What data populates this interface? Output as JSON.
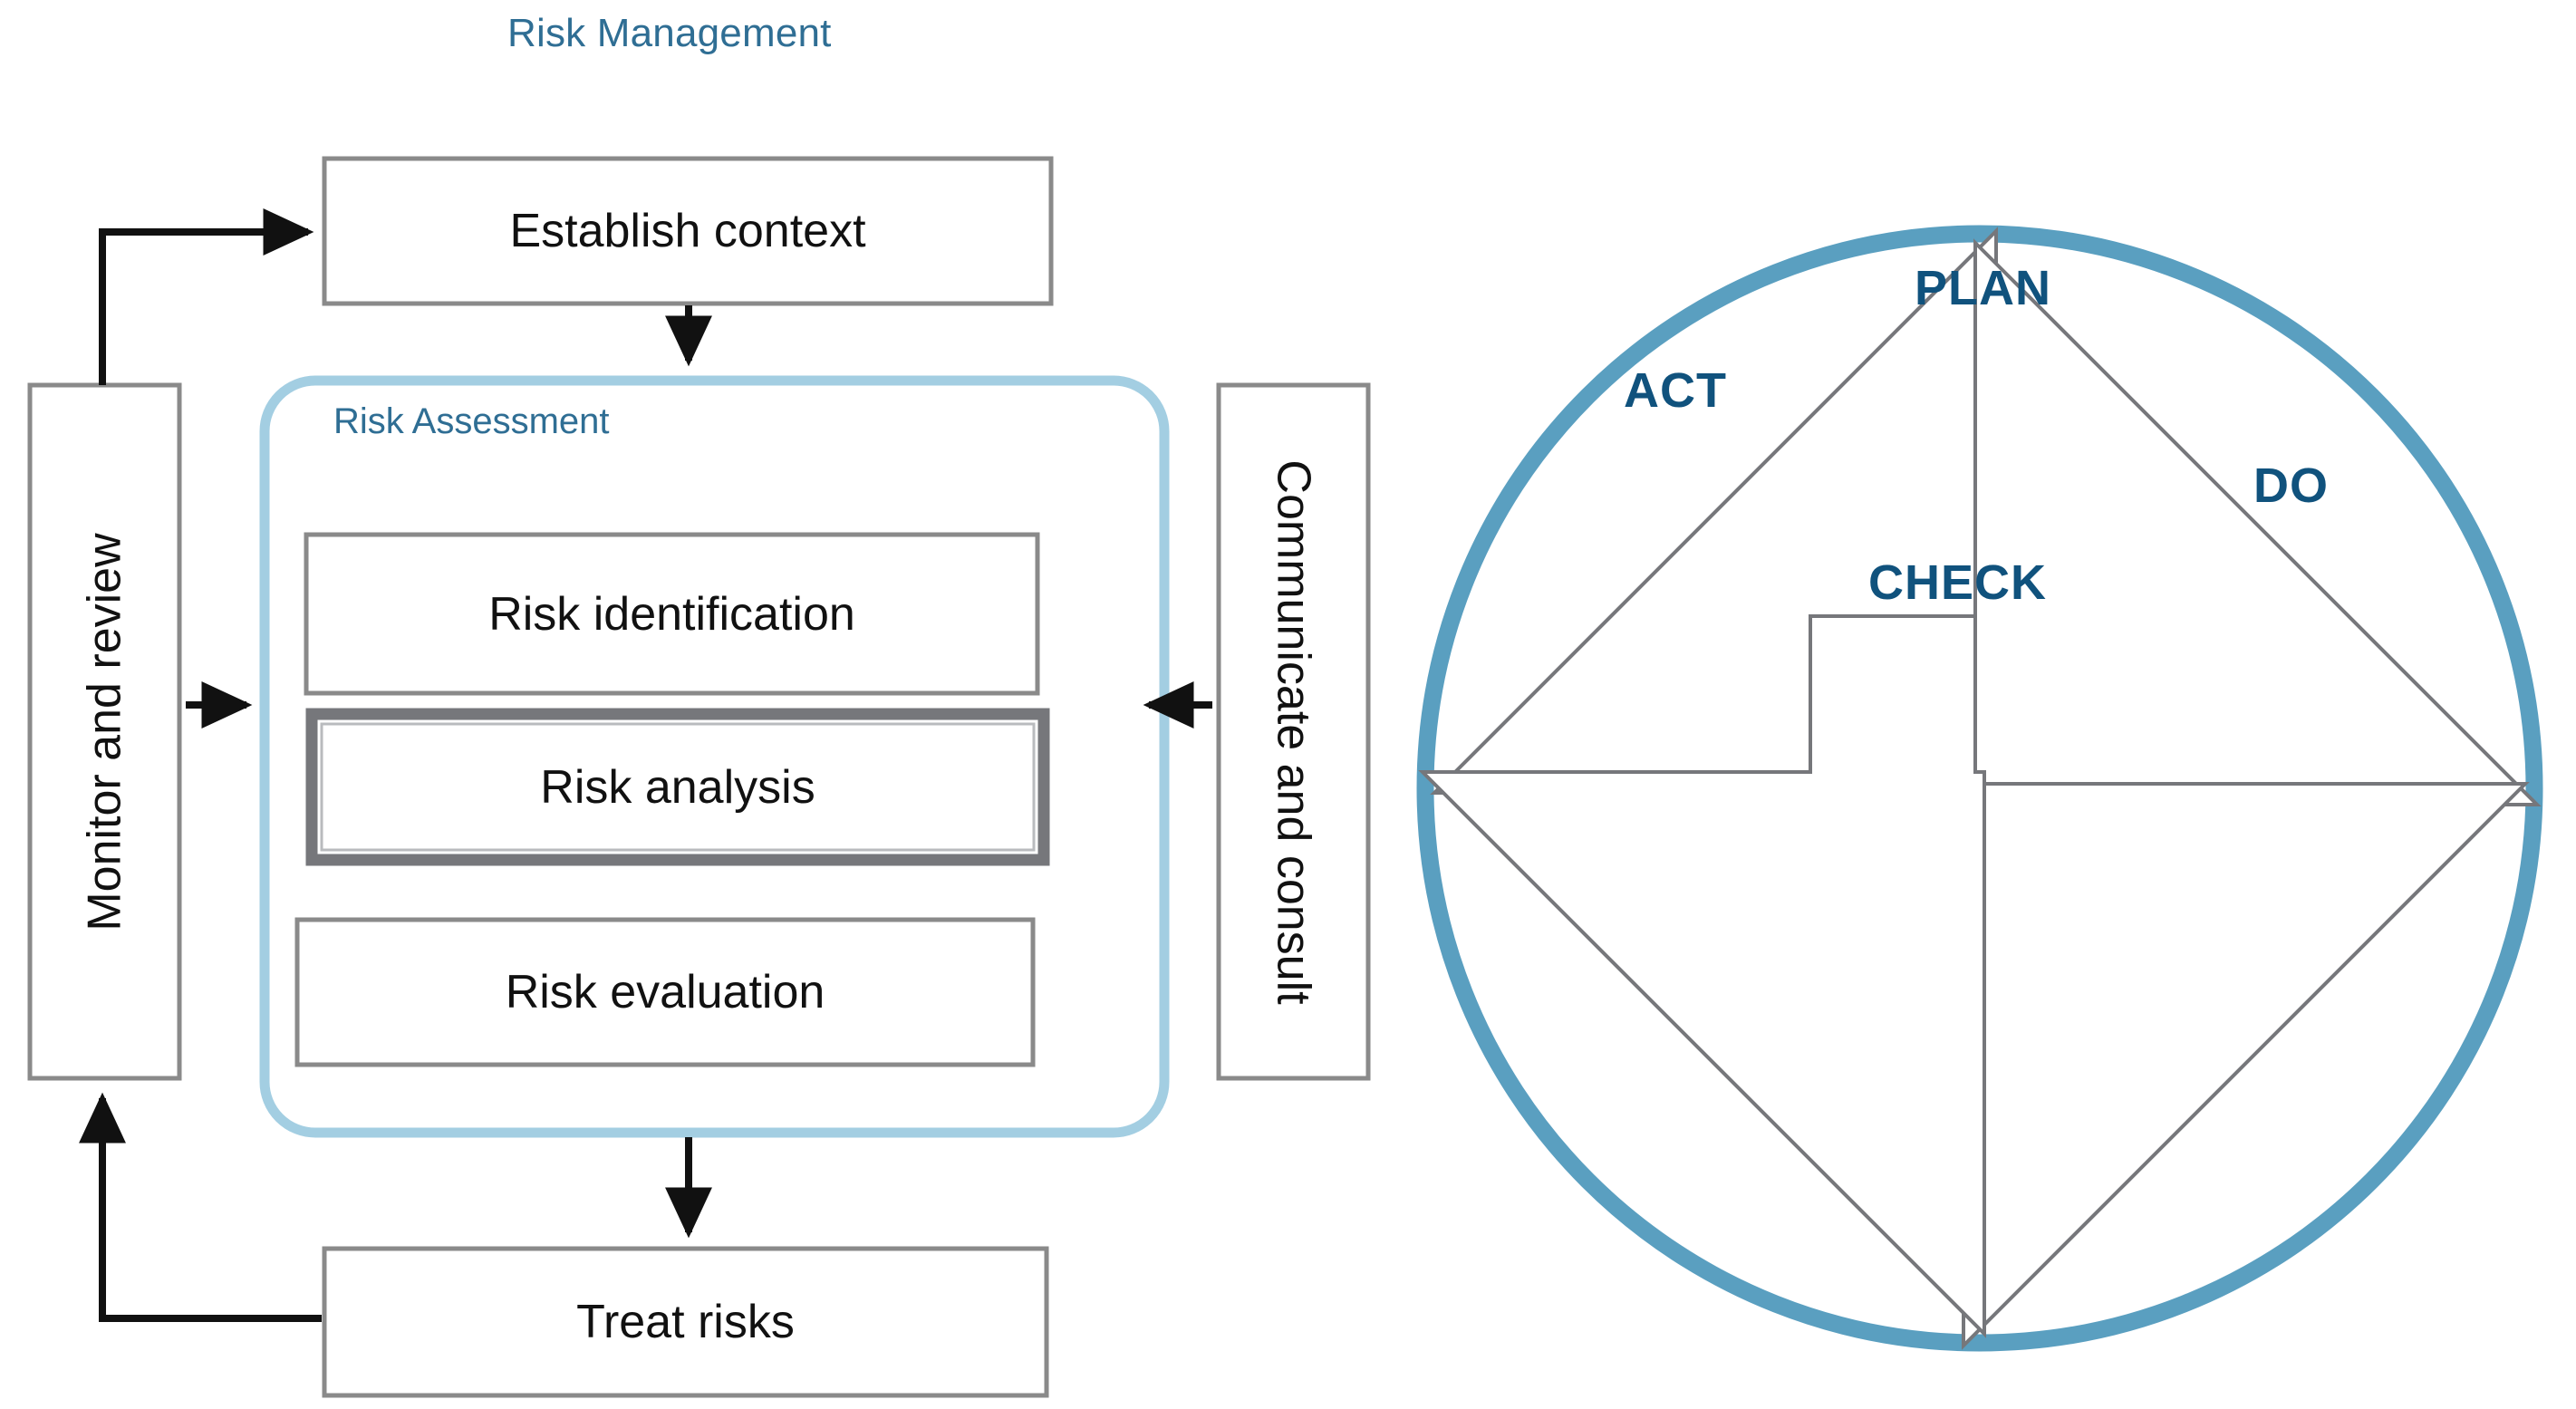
{
  "diagram": {
    "title": "Risk Management",
    "colors": {
      "accent_blue": "#2f6e94",
      "wheel_ring": "#5a9fc0",
      "assessment_border": "#a3cee2",
      "box_border": "#808080",
      "arrow": "#111111",
      "label_text": "#111111",
      "pdca_text": "#10527d"
    }
  },
  "risk_process": {
    "group_label": "Risk Assessment",
    "steps": [
      {
        "id": "establish-context",
        "label": "Establish context"
      },
      {
        "id": "risk-identification",
        "label": "Risk identification"
      },
      {
        "id": "risk-analysis",
        "label": "Risk analysis",
        "highlighted": true
      },
      {
        "id": "risk-evaluation",
        "label": "Risk evaluation"
      },
      {
        "id": "treat-risks",
        "label": "Treat risks"
      }
    ],
    "side_bands": [
      {
        "id": "monitor-and-review",
        "label": "Monitor and review",
        "side": "left",
        "rotation": -90
      },
      {
        "id": "communicate-and-consult",
        "label": "Communicate and consult",
        "side": "right",
        "rotation": 90
      }
    ]
  },
  "pdca_wheel": {
    "segments": [
      {
        "id": "plan",
        "label": "PLAN",
        "position": "top-right"
      },
      {
        "id": "do",
        "label": "DO",
        "position": "bottom-right"
      },
      {
        "id": "check",
        "label": "CHECK",
        "position": "bottom-left"
      },
      {
        "id": "act",
        "label": "ACT",
        "position": "top-left"
      }
    ]
  }
}
